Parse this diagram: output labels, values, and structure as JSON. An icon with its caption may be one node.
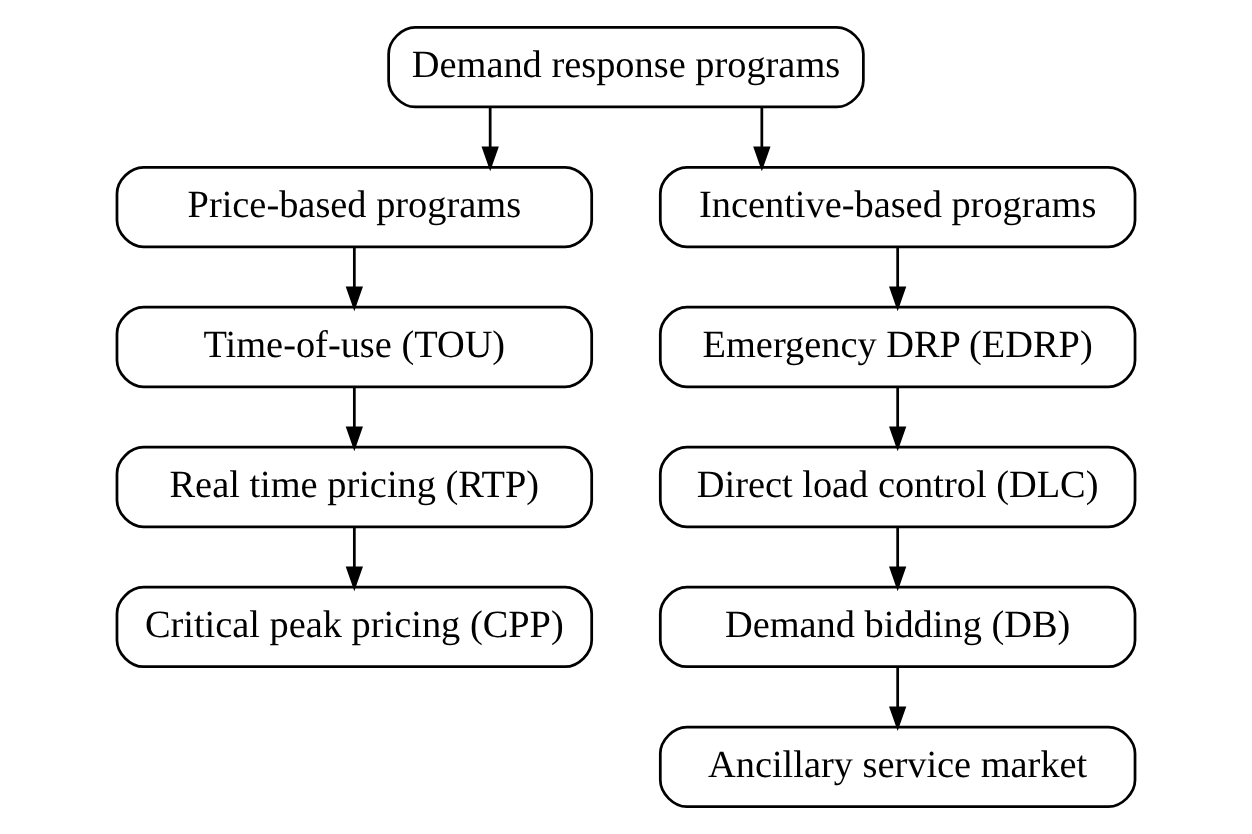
{
  "diagram": {
    "nodes": [
      {
        "text": [
          "Demand response programs"
        ]
      },
      {
        "text": [
          "Price-based programs"
        ]
      },
      {
        "text": [
          "Incentive-based programs"
        ]
      },
      {
        "text": [
          "Time-of-use (TOU)"
        ]
      },
      {
        "text": [
          "Real time pricing (RTP)"
        ]
      },
      {
        "text": [
          "Critical peak pricing (CPP)"
        ]
      },
      {
        "text": [
          "Emergency DRP (EDRP)"
        ]
      },
      {
        "text": [
          "Direct load control (DLC)"
        ]
      },
      {
        "text": [
          "Demand bidding (DB)"
        ]
      },
      {
        "text": [
          "Ancillary service market"
        ]
      }
    ],
    "edges": [
      {
        "from": 0,
        "to": 1,
        "arrow": "to"
      },
      {
        "from": 0,
        "to": 2,
        "arrow": "to"
      },
      {
        "from": 1,
        "to": 3,
        "arrow": "to"
      },
      {
        "from": 3,
        "to": 4,
        "arrow": "to"
      },
      {
        "from": 4,
        "to": 5,
        "arrow": "to"
      },
      {
        "from": 2,
        "to": 6,
        "arrow": "to"
      },
      {
        "from": 6,
        "to": 7,
        "arrow": "to"
      },
      {
        "from": 7,
        "to": 8,
        "arrow": "to"
      },
      {
        "from": 8,
        "to": 9,
        "arrow": "to"
      }
    ]
  }
}
